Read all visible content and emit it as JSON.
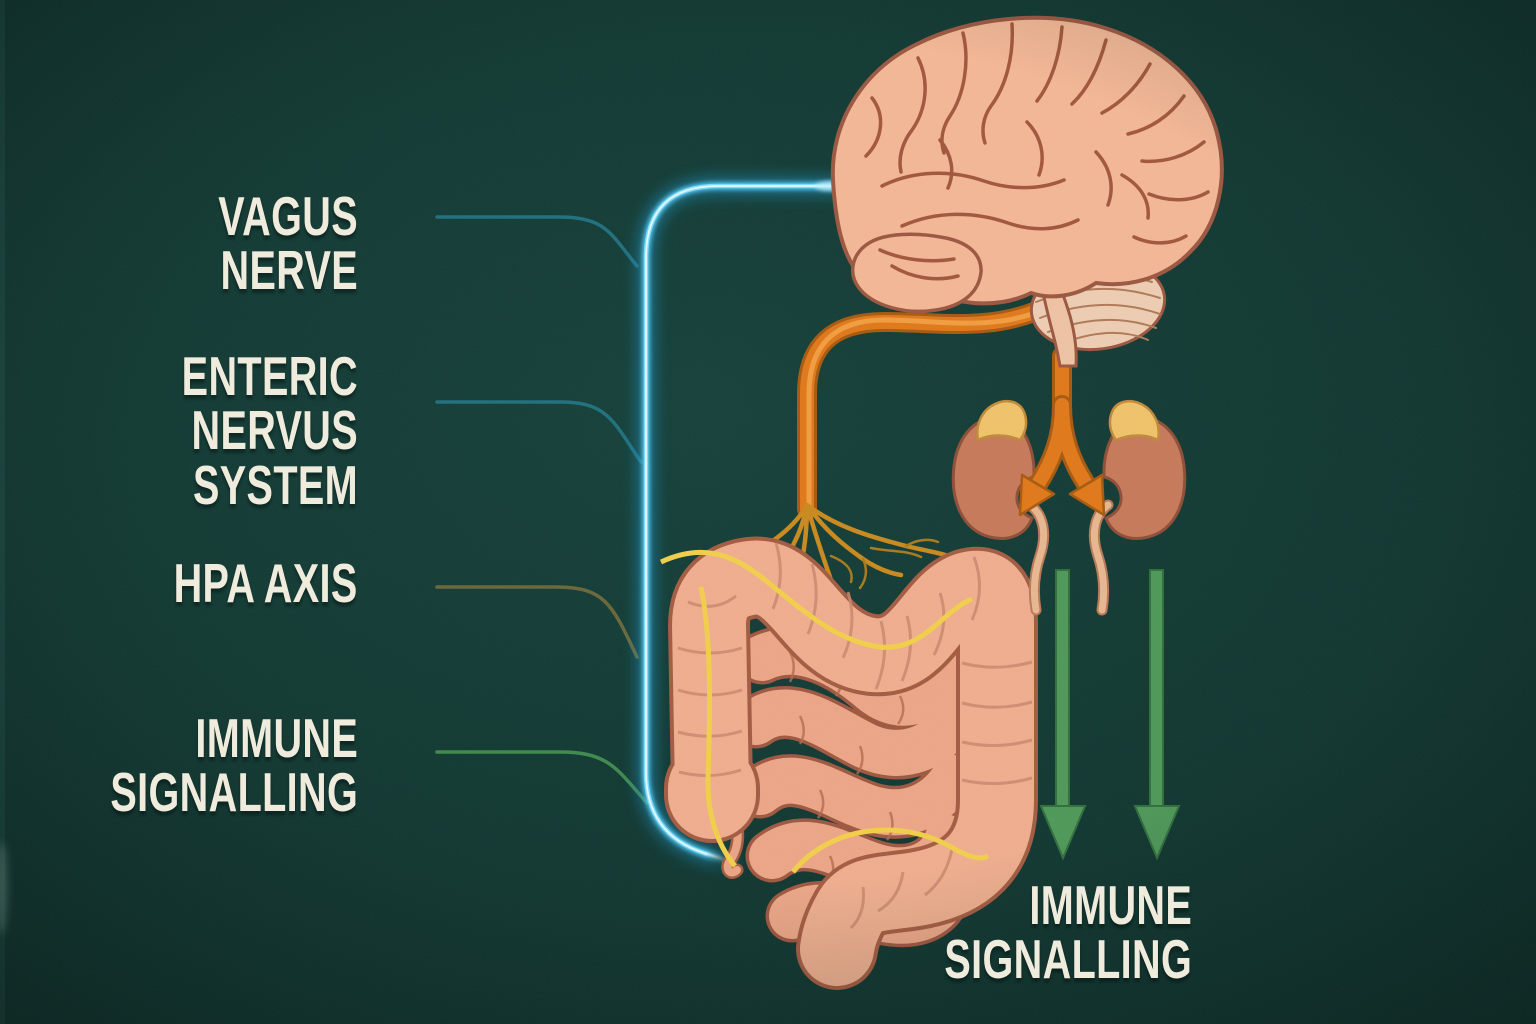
{
  "labels": {
    "left": [
      {
        "id": "vagus-nerve",
        "text": "VAGUS NERVE"
      },
      {
        "id": "enteric-nervous-system",
        "text": "ENTERIC NERVUS\nSYSTEM"
      },
      {
        "id": "hpa-axis",
        "text": "HPA AXIS"
      },
      {
        "id": "immune-signalling",
        "text": "IMMUNE\nSIGNALLING"
      }
    ],
    "bottom": {
      "id": "immune-signalling-output",
      "text": "IMMUNE\nSIGNALLING"
    }
  },
  "colors": {
    "background": "#11362f",
    "text": "#f0ecdd",
    "blue_core": "#eafaff",
    "blue_bright": "#56cdf6",
    "blue_glow": "#1a8fc0",
    "connector_teal": "#20707f",
    "connector_olive": "#6b673a",
    "connector_green": "#3f8a4e",
    "nerve_orange": "#e0791a",
    "nerve_orange_dark": "#a85a10",
    "nerve_orange_light": "#f5a348",
    "root_orange": "#c98a1e",
    "arrow_green": "#4f9859",
    "arrow_green_dark": "#316f3d",
    "organ_fill": "#f3b795",
    "organ_outline": "#9c5741",
    "sulci": "#a2573c",
    "cerebellum_fill": "#edcdb2",
    "cerebellum_line": "#b07a58",
    "brainstem_fill": "#eec3a3",
    "intestine_fill": "#efae8e",
    "intestine_outline": "#a45c42",
    "intestine_small": "#eca687",
    "intestine_small_outline": "#9e5840",
    "crease": "#c9886d",
    "colon_nerve_yellow": "#f2cf4a",
    "kidney_fill": "#c67a5a",
    "kidney_outline": "#8f4f38",
    "ureter": "#e7b78f",
    "adrenal_fill": "#f0c36a",
    "adrenal_outline": "#c08a3a"
  }
}
